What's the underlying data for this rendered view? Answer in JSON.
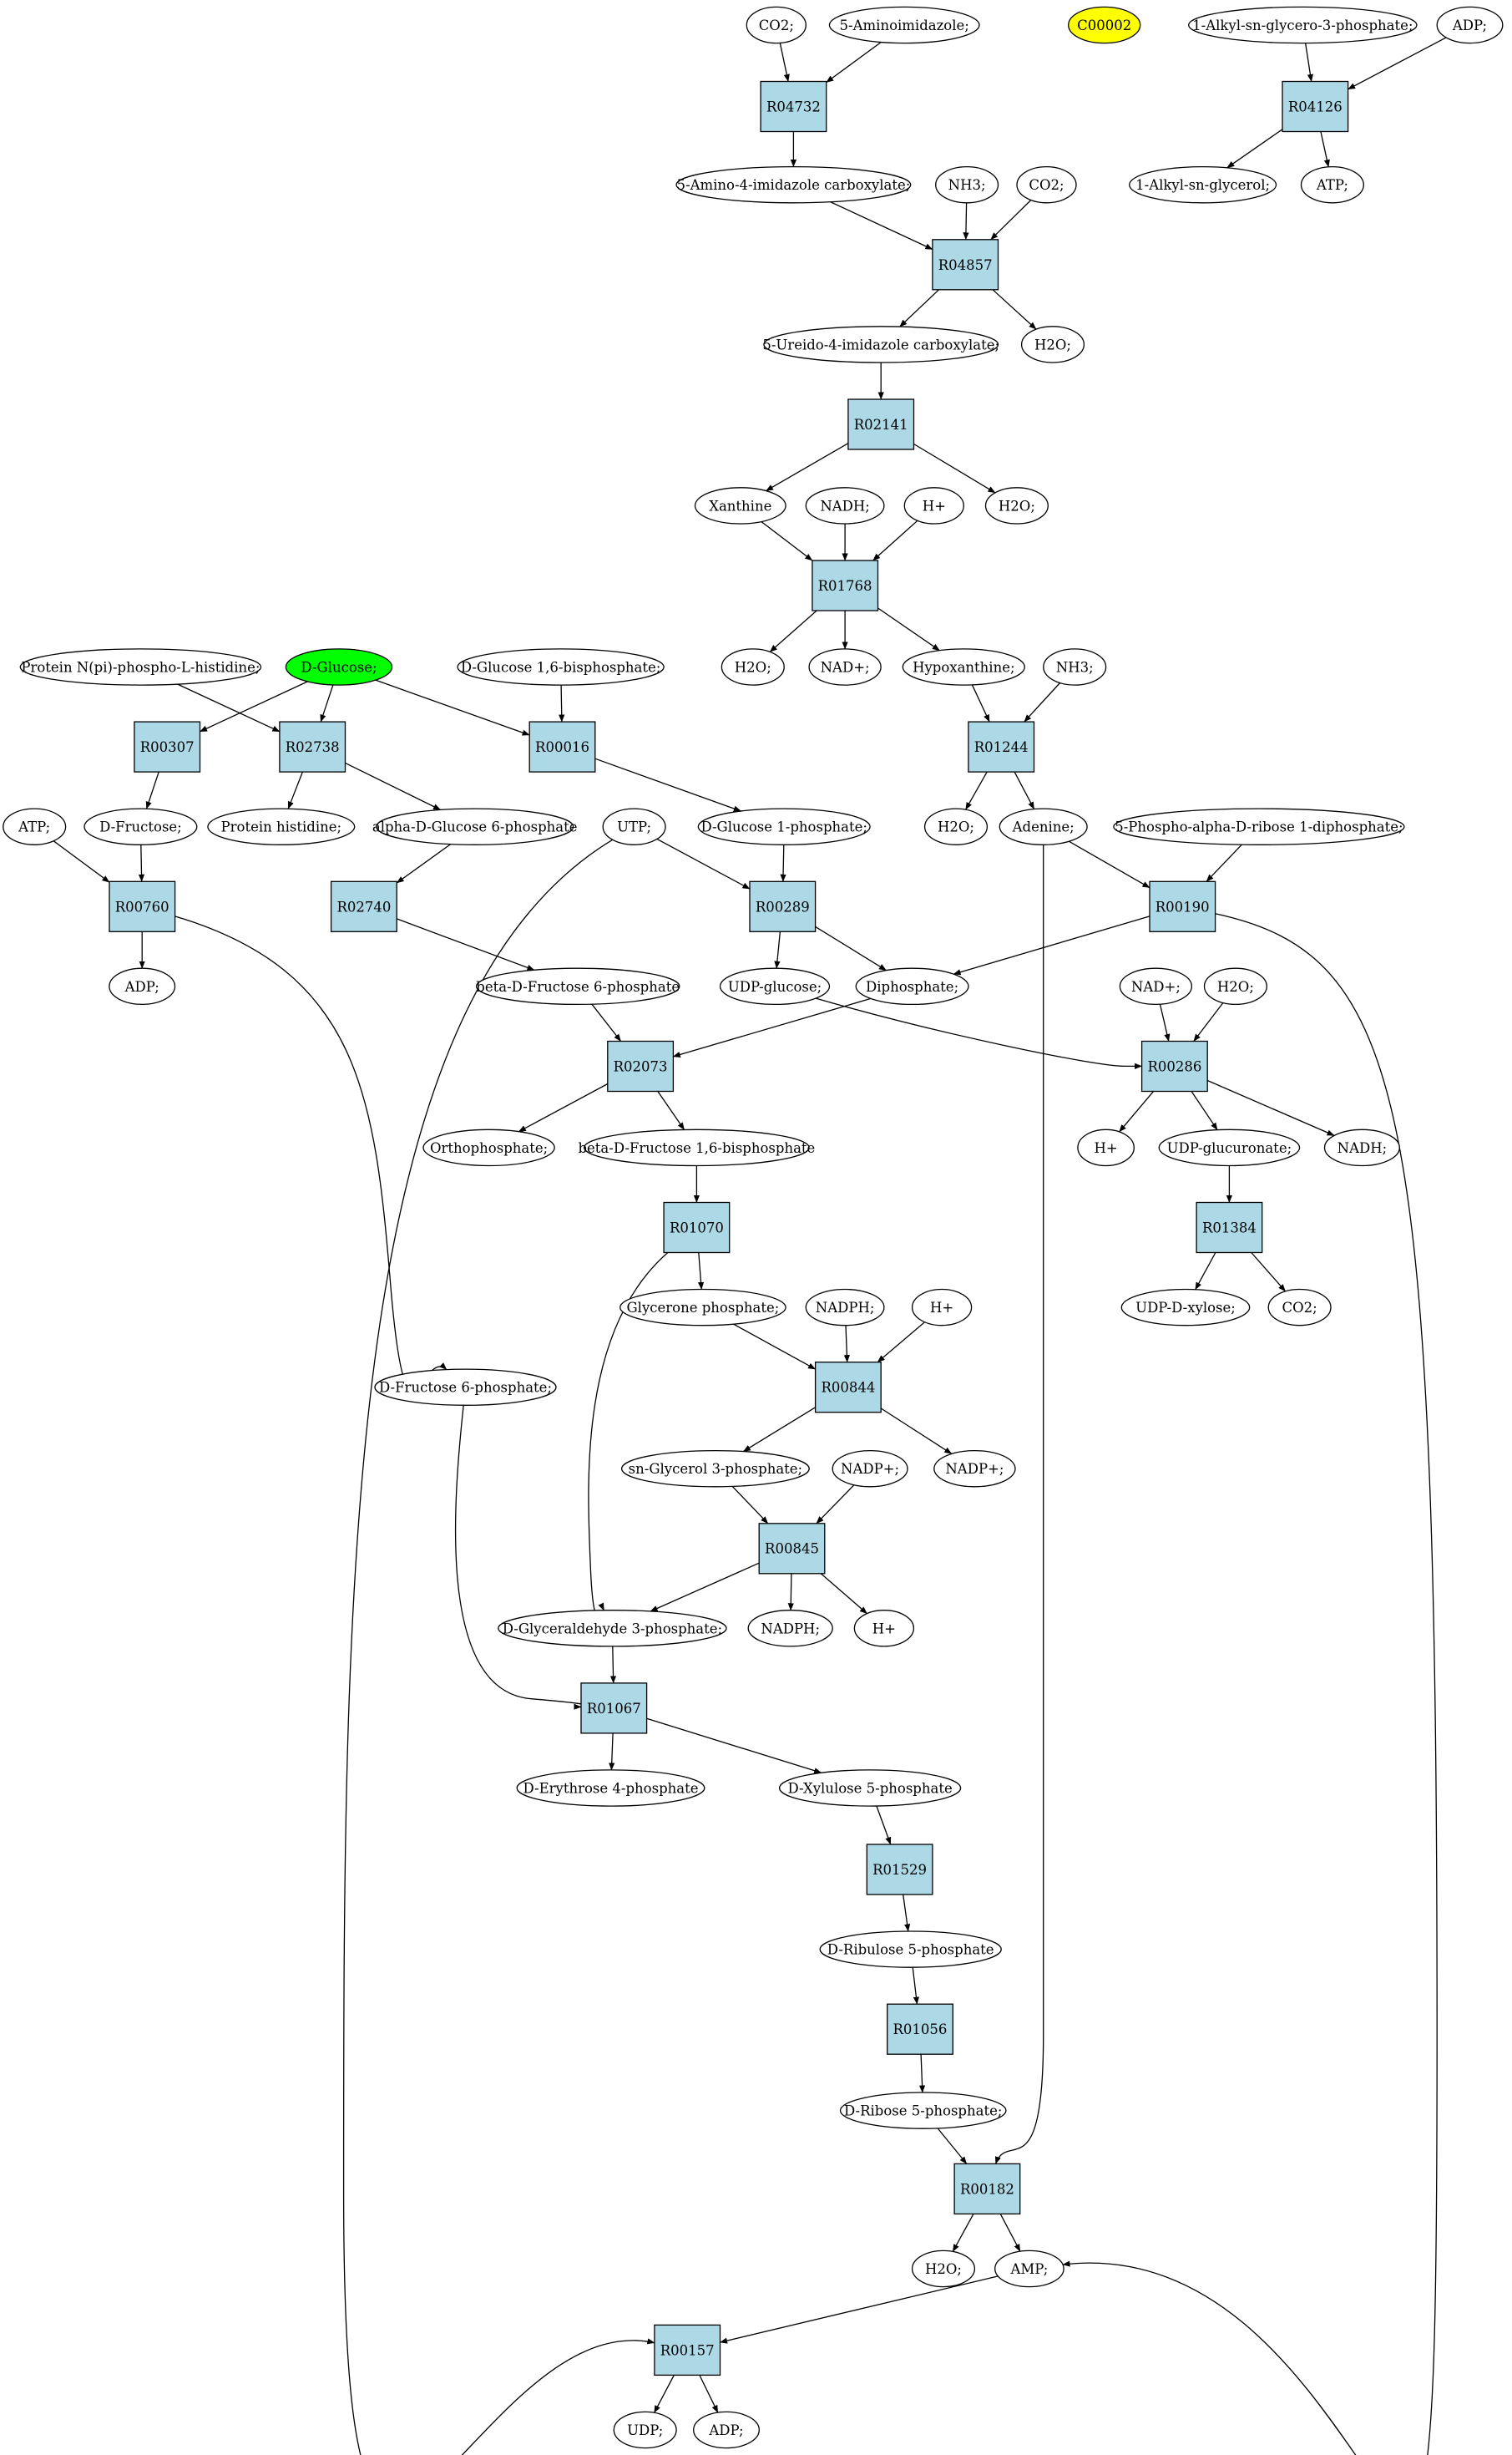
{
  "colors": {
    "reaction_fill": "#add8e6",
    "compound_fill": "#ffffff",
    "start_fill": "#00ff00",
    "isolated_fill": "#ffff00",
    "stroke": "#000000"
  },
  "nodes": [
    {
      "id": "CO2_a",
      "label": "CO2;",
      "kind": "compound"
    },
    {
      "id": "AIMZ",
      "label": "5-Aminoimidazole;",
      "kind": "compound"
    },
    {
      "id": "C00002",
      "label": "C00002",
      "kind": "isolated"
    },
    {
      "id": "AKG3P",
      "label": "1-Alkyl-sn-glycero-3-phosphate;",
      "kind": "compound"
    },
    {
      "id": "ADP_a",
      "label": "ADP;",
      "kind": "compound"
    },
    {
      "id": "R04732",
      "label": "R04732",
      "kind": "reaction"
    },
    {
      "id": "R04126",
      "label": "R04126",
      "kind": "reaction"
    },
    {
      "id": "AICARB",
      "label": "5-Amino-4-imidazole carboxylate;",
      "kind": "compound"
    },
    {
      "id": "NH3_a",
      "label": "NH3;",
      "kind": "compound"
    },
    {
      "id": "CO2_b",
      "label": "CO2;",
      "kind": "compound"
    },
    {
      "id": "AKG",
      "label": "1-Alkyl-sn-glycerol;",
      "kind": "compound"
    },
    {
      "id": "ATP_a",
      "label": "ATP;",
      "kind": "compound"
    },
    {
      "id": "R04857",
      "label": "R04857",
      "kind": "reaction"
    },
    {
      "id": "UICARB",
      "label": "5-Ureido-4-imidazole carboxylate;",
      "kind": "compound"
    },
    {
      "id": "H2O_a",
      "label": "H2O;",
      "kind": "compound"
    },
    {
      "id": "R02141",
      "label": "R02141",
      "kind": "reaction"
    },
    {
      "id": "XAN",
      "label": "Xanthine",
      "kind": "compound"
    },
    {
      "id": "NADH_a",
      "label": "NADH;",
      "kind": "compound"
    },
    {
      "id": "Hp_a",
      "label": "H+",
      "kind": "compound"
    },
    {
      "id": "H2O_b",
      "label": "H2O;",
      "kind": "compound"
    },
    {
      "id": "R01768",
      "label": "R01768",
      "kind": "reaction"
    },
    {
      "id": "PNPH",
      "label": "Protein N(pi)-phospho-L-histidine;",
      "kind": "compound"
    },
    {
      "id": "DGLC",
      "label": "D-Glucose;",
      "kind": "start"
    },
    {
      "id": "G16BP",
      "label": "D-Glucose 1,6-bisphosphate;",
      "kind": "compound"
    },
    {
      "id": "H2O_c",
      "label": "H2O;",
      "kind": "compound"
    },
    {
      "id": "NADp_a",
      "label": "NAD+;",
      "kind": "compound"
    },
    {
      "id": "HYPX",
      "label": "Hypoxanthine;",
      "kind": "compound"
    },
    {
      "id": "NH3_b",
      "label": "NH3;",
      "kind": "compound"
    },
    {
      "id": "R00307",
      "label": "R00307",
      "kind": "reaction"
    },
    {
      "id": "R02738",
      "label": "R02738",
      "kind": "reaction"
    },
    {
      "id": "R00016",
      "label": "R00016",
      "kind": "reaction"
    },
    {
      "id": "R01244",
      "label": "R01244",
      "kind": "reaction"
    },
    {
      "id": "ATP_b",
      "label": "ATP;",
      "kind": "compound"
    },
    {
      "id": "DFRU",
      "label": "D-Fructose;",
      "kind": "compound"
    },
    {
      "id": "PHIS",
      "label": "Protein histidine;",
      "kind": "compound"
    },
    {
      "id": "AG6P",
      "label": "alpha-D-Glucose 6-phosphate",
      "kind": "compound"
    },
    {
      "id": "UTP",
      "label": "UTP;",
      "kind": "compound"
    },
    {
      "id": "G1P",
      "label": "D-Glucose 1-phosphate;",
      "kind": "compound"
    },
    {
      "id": "H2O_d",
      "label": "H2O;",
      "kind": "compound"
    },
    {
      "id": "ADEN",
      "label": "Adenine;",
      "kind": "compound"
    },
    {
      "id": "PRPP",
      "label": "5-Phospho-alpha-D-ribose 1-diphosphate;",
      "kind": "compound"
    },
    {
      "id": "R00760",
      "label": "R00760",
      "kind": "reaction"
    },
    {
      "id": "R02740",
      "label": "R02740",
      "kind": "reaction"
    },
    {
      "id": "R00289",
      "label": "R00289",
      "kind": "reaction"
    },
    {
      "id": "R00190",
      "label": "R00190",
      "kind": "reaction"
    },
    {
      "id": "ADP_b",
      "label": "ADP;",
      "kind": "compound"
    },
    {
      "id": "BF6P",
      "label": "beta-D-Fructose 6-phosphate",
      "kind": "compound"
    },
    {
      "id": "UDPG",
      "label": "UDP-glucose;",
      "kind": "compound"
    },
    {
      "id": "DIPH",
      "label": "Diphosphate;",
      "kind": "compound"
    },
    {
      "id": "NADp_b",
      "label": "NAD+;",
      "kind": "compound"
    },
    {
      "id": "H2O_e",
      "label": "H2O;",
      "kind": "compound"
    },
    {
      "id": "R02073",
      "label": "R02073",
      "kind": "reaction"
    },
    {
      "id": "R00286",
      "label": "R00286",
      "kind": "reaction"
    },
    {
      "id": "ORTHO",
      "label": "Orthophosphate;",
      "kind": "compound"
    },
    {
      "id": "BF16BP",
      "label": "beta-D-Fructose 1,6-bisphosphate",
      "kind": "compound"
    },
    {
      "id": "Hp_b",
      "label": "H+",
      "kind": "compound"
    },
    {
      "id": "UDPGA",
      "label": "UDP-glucuronate;",
      "kind": "compound"
    },
    {
      "id": "NADH_b",
      "label": "NADH;",
      "kind": "compound"
    },
    {
      "id": "R01070",
      "label": "R01070",
      "kind": "reaction"
    },
    {
      "id": "R01384",
      "label": "R01384",
      "kind": "reaction"
    },
    {
      "id": "GLYP",
      "label": "Glycerone phosphate;",
      "kind": "compound"
    },
    {
      "id": "NADPH_a",
      "label": "NADPH;",
      "kind": "compound"
    },
    {
      "id": "Hp_c",
      "label": "H+",
      "kind": "compound"
    },
    {
      "id": "UDPX",
      "label": "UDP-D-xylose;",
      "kind": "compound"
    },
    {
      "id": "CO2_c",
      "label": "CO2;",
      "kind": "compound"
    },
    {
      "id": "DF6P",
      "label": "D-Fructose 6-phosphate;",
      "kind": "compound"
    },
    {
      "id": "R00844",
      "label": "R00844",
      "kind": "reaction"
    },
    {
      "id": "SNG3P",
      "label": "sn-Glycerol 3-phosphate;",
      "kind": "compound"
    },
    {
      "id": "NADPp_a",
      "label": "NADP+;",
      "kind": "compound"
    },
    {
      "id": "NADPp_b",
      "label": "NADP+;",
      "kind": "compound"
    },
    {
      "id": "R00845",
      "label": "R00845",
      "kind": "reaction"
    },
    {
      "id": "GA3P",
      "label": "D-Glyceraldehyde 3-phosphate;",
      "kind": "compound"
    },
    {
      "id": "NADPH_b",
      "label": "NADPH;",
      "kind": "compound"
    },
    {
      "id": "Hp_d",
      "label": "H+",
      "kind": "compound"
    },
    {
      "id": "R01067",
      "label": "R01067",
      "kind": "reaction"
    },
    {
      "id": "E4P",
      "label": "D-Erythrose 4-phosphate",
      "kind": "compound"
    },
    {
      "id": "XU5P",
      "label": "D-Xylulose 5-phosphate",
      "kind": "compound"
    },
    {
      "id": "R01529",
      "label": "R01529",
      "kind": "reaction"
    },
    {
      "id": "RU5P",
      "label": "D-Ribulose 5-phosphate",
      "kind": "compound"
    },
    {
      "id": "R01056",
      "label": "R01056",
      "kind": "reaction"
    },
    {
      "id": "R5P",
      "label": "D-Ribose 5-phosphate;",
      "kind": "compound"
    },
    {
      "id": "R00182",
      "label": "R00182",
      "kind": "reaction"
    },
    {
      "id": "H2O_f",
      "label": "H2O;",
      "kind": "compound"
    },
    {
      "id": "AMP",
      "label": "AMP;",
      "kind": "compound"
    },
    {
      "id": "R00157",
      "label": "R00157",
      "kind": "reaction"
    },
    {
      "id": "UDP",
      "label": "UDP;",
      "kind": "compound"
    },
    {
      "id": "ADP_c",
      "label": "ADP;",
      "kind": "compound"
    }
  ],
  "edges": [
    [
      "CO2_a",
      "R04732"
    ],
    [
      "AIMZ",
      "R04732"
    ],
    [
      "R04732",
      "AICARB"
    ],
    [
      "AKG3P",
      "R04126"
    ],
    [
      "ADP_a",
      "R04126"
    ],
    [
      "R04126",
      "AKG"
    ],
    [
      "R04126",
      "ATP_a"
    ],
    [
      "AICARB",
      "R04857"
    ],
    [
      "NH3_a",
      "R04857"
    ],
    [
      "CO2_b",
      "R04857"
    ],
    [
      "R04857",
      "UICARB"
    ],
    [
      "R04857",
      "H2O_a"
    ],
    [
      "UICARB",
      "R02141"
    ],
    [
      "R02141",
      "XAN"
    ],
    [
      "R02141",
      "H2O_b"
    ],
    [
      "XAN",
      "R01768"
    ],
    [
      "NADH_a",
      "R01768"
    ],
    [
      "Hp_a",
      "R01768"
    ],
    [
      "R01768",
      "H2O_c"
    ],
    [
      "R01768",
      "NADp_a"
    ],
    [
      "R01768",
      "HYPX"
    ],
    [
      "HYPX",
      "R01244"
    ],
    [
      "NH3_b",
      "R01244"
    ],
    [
      "R01244",
      "H2O_d"
    ],
    [
      "R01244",
      "ADEN"
    ],
    [
      "DGLC",
      "R00307"
    ],
    [
      "DGLC",
      "R02738"
    ],
    [
      "DGLC",
      "R00016"
    ],
    [
      "PNPH",
      "R02738"
    ],
    [
      "R02738",
      "PHIS"
    ],
    [
      "R02738",
      "AG6P"
    ],
    [
      "G16BP",
      "R00016"
    ],
    [
      "R00016",
      "G1P"
    ],
    [
      "R00307",
      "DFRU"
    ],
    [
      "ATP_b",
      "R00760"
    ],
    [
      "DFRU",
      "R00760"
    ],
    [
      "R00760",
      "ADP_b"
    ],
    [
      "R00760",
      "DF6P"
    ],
    [
      "AG6P",
      "R02740"
    ],
    [
      "R02740",
      "BF6P"
    ],
    [
      "UTP",
      "R00289"
    ],
    [
      "G1P",
      "R00289"
    ],
    [
      "R00289",
      "UDPG"
    ],
    [
      "R00289",
      "DIPH"
    ],
    [
      "UTP",
      "R00157"
    ],
    [
      "ADEN",
      "R00190"
    ],
    [
      "PRPP",
      "R00190"
    ],
    [
      "R00190",
      "DIPH"
    ],
    [
      "R00190",
      "AMP"
    ],
    [
      "ADEN",
      "R00182"
    ],
    [
      "BF6P",
      "R02073"
    ],
    [
      "DIPH",
      "R02073"
    ],
    [
      "R02073",
      "ORTHO"
    ],
    [
      "R02073",
      "BF16BP"
    ],
    [
      "UDPG",
      "R00286"
    ],
    [
      "NADp_b",
      "R00286"
    ],
    [
      "H2O_e",
      "R00286"
    ],
    [
      "R00286",
      "Hp_b"
    ],
    [
      "R00286",
      "UDPGA"
    ],
    [
      "R00286",
      "NADH_b"
    ],
    [
      "UDPGA",
      "R01384"
    ],
    [
      "R01384",
      "UDPX"
    ],
    [
      "R01384",
      "CO2_c"
    ],
    [
      "BF16BP",
      "R01070"
    ],
    [
      "R01070",
      "GLYP"
    ],
    [
      "R01070",
      "GA3P"
    ],
    [
      "GLYP",
      "R00844"
    ],
    [
      "NADPH_a",
      "R00844"
    ],
    [
      "Hp_c",
      "R00844"
    ],
    [
      "R00844",
      "SNG3P"
    ],
    [
      "R00844",
      "NADPp_b"
    ],
    [
      "SNG3P",
      "R00845"
    ],
    [
      "NADPp_a",
      "R00845"
    ],
    [
      "R00845",
      "GA3P"
    ],
    [
      "R00845",
      "NADPH_b"
    ],
    [
      "R00845",
      "Hp_d"
    ],
    [
      "GA3P",
      "R01067"
    ],
    [
      "DF6P",
      "R01067"
    ],
    [
      "R01067",
      "E4P"
    ],
    [
      "R01067",
      "XU5P"
    ],
    [
      "XU5P",
      "R01529"
    ],
    [
      "R01529",
      "RU5P"
    ],
    [
      "RU5P",
      "R01056"
    ],
    [
      "R01056",
      "R5P"
    ],
    [
      "R5P",
      "R00182"
    ],
    [
      "R00182",
      "H2O_f"
    ],
    [
      "R00182",
      "AMP"
    ],
    [
      "AMP",
      "R00157"
    ],
    [
      "R00157",
      "UDP"
    ],
    [
      "R00157",
      "ADP_c"
    ]
  ]
}
